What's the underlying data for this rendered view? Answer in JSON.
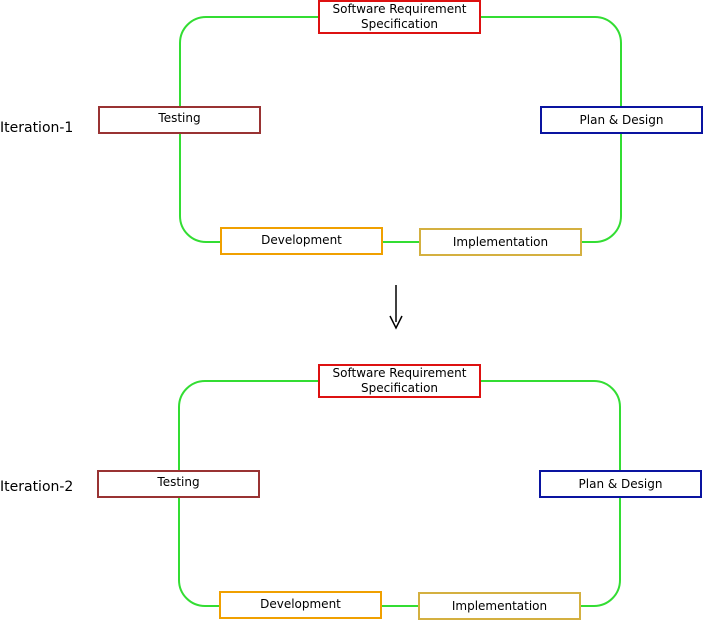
{
  "colors": {
    "connector": "#33dd33",
    "arrow": "#000000",
    "srs_border": "#dd1111",
    "plan_border": "#0a14a0",
    "testing_border": "#993333",
    "development_border": "#f0a000",
    "implementation_border": "#d4b040"
  },
  "iterations": [
    {
      "label": "Iteration-1",
      "srs_line1": "Software Requirement",
      "srs_line2": "Specification",
      "plan": "Plan & Design",
      "testing": "Testing",
      "development": "Development",
      "implementation": "Implementation"
    },
    {
      "label": "Iteration-2",
      "srs_line1": "Software Requirement",
      "srs_line2": "Specification",
      "plan": "Plan & Design",
      "testing": "Testing",
      "development": "Development",
      "implementation": "Implementation"
    }
  ]
}
